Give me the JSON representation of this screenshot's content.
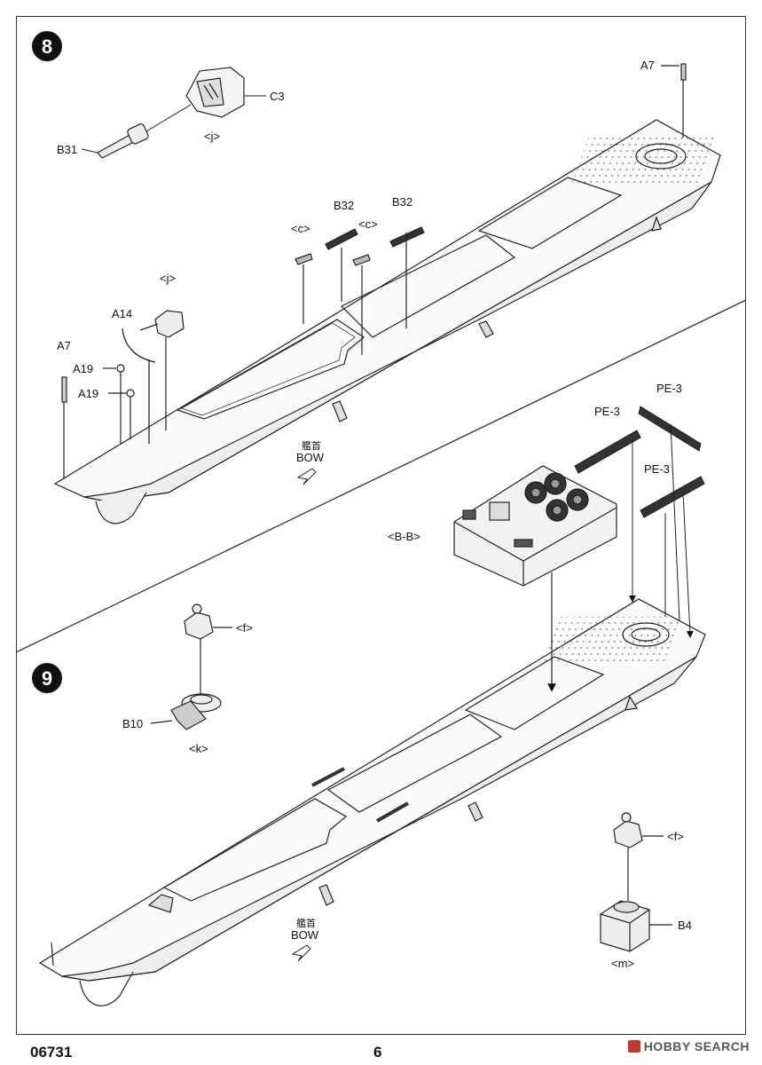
{
  "steps": [
    {
      "number": "8",
      "labels": {
        "a7_top": "A7",
        "c3": "C3",
        "j_top": "<j>",
        "b31": "B31",
        "c_left": "<c>",
        "b32_left": "B32",
        "c_right": "<c>",
        "b32_right": "B32",
        "j_mid": "<j>",
        "a14": "A14",
        "a7_left": "A7",
        "a19_upper": "A19",
        "a19_lower": "A19",
        "bow_jp": "艦首",
        "bow_en": "BOW"
      }
    },
    {
      "number": "9",
      "labels": {
        "pe3_left": "PE-3",
        "pe3_right": "PE-3",
        "pe3_lower": "PE-3",
        "bb": "<B-B>",
        "f_left": "<f>",
        "b10": "B10",
        "k": "<k>",
        "f_right": "<f>",
        "b4": "B4",
        "m": "<m>",
        "bow_jp": "艦首",
        "bow_en": "BOW"
      }
    }
  ],
  "footer": {
    "code": "06731",
    "page": "6",
    "watermark": "HOBBY SEARCH"
  },
  "colors": {
    "ink": "#111111",
    "watermark": "#c0392b"
  }
}
